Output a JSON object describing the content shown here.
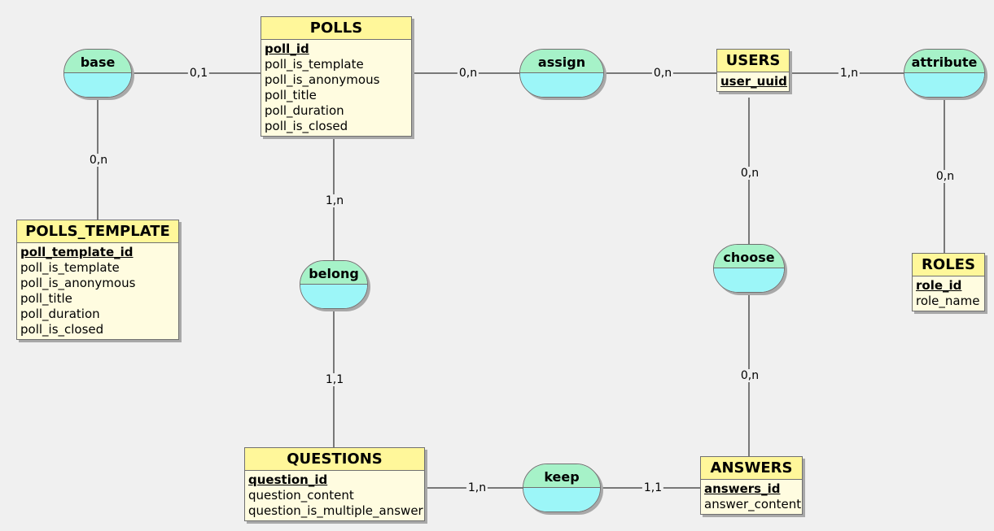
{
  "entities": {
    "polls": {
      "title": "POLLS",
      "attributes": [
        {
          "name": "poll_id",
          "key": true
        },
        {
          "name": "poll_is_template",
          "key": false
        },
        {
          "name": "poll_is_anonymous",
          "key": false
        },
        {
          "name": "poll_title",
          "key": false
        },
        {
          "name": "poll_duration",
          "key": false
        },
        {
          "name": "poll_is_closed",
          "key": false
        }
      ]
    },
    "users": {
      "title": "USERS",
      "attributes": [
        {
          "name": "user_uuid",
          "key": true
        }
      ]
    },
    "polls_template": {
      "title": "POLLS_TEMPLATE",
      "attributes": [
        {
          "name": "poll_template_id",
          "key": true
        },
        {
          "name": "poll_is_template",
          "key": false
        },
        {
          "name": "poll_is_anonymous",
          "key": false
        },
        {
          "name": "poll_title",
          "key": false
        },
        {
          "name": "poll_duration",
          "key": false
        },
        {
          "name": "poll_is_closed",
          "key": false
        }
      ]
    },
    "roles": {
      "title": "ROLES",
      "attributes": [
        {
          "name": "role_id",
          "key": true
        },
        {
          "name": "role_name",
          "key": false
        }
      ]
    },
    "questions": {
      "title": "QUESTIONS",
      "attributes": [
        {
          "name": "question_id",
          "key": true
        },
        {
          "name": "question_content",
          "key": false
        },
        {
          "name": "question_is_multiple_answer",
          "key": false
        }
      ]
    },
    "answers": {
      "title": "ANSWERS",
      "attributes": [
        {
          "name": "answers_id",
          "key": true
        },
        {
          "name": "answer_content",
          "key": false
        }
      ]
    }
  },
  "associations": {
    "base": {
      "label": "base"
    },
    "assign": {
      "label": "assign"
    },
    "attribute": {
      "label": "attribute"
    },
    "belong": {
      "label": "belong"
    },
    "choose": {
      "label": "choose"
    },
    "keep": {
      "label": "keep"
    }
  },
  "links": [
    {
      "from": "base",
      "to": "polls",
      "cardinality": "0,1"
    },
    {
      "from": "base",
      "to": "polls_template",
      "cardinality": "0,n"
    },
    {
      "from": "polls",
      "to": "assign",
      "cardinality": "0,n"
    },
    {
      "from": "assign",
      "to": "users",
      "cardinality": "0,n"
    },
    {
      "from": "users",
      "to": "attribute",
      "cardinality": "1,n"
    },
    {
      "from": "attribute",
      "to": "roles",
      "cardinality": "0,n"
    },
    {
      "from": "polls",
      "to": "belong",
      "cardinality": "1,n"
    },
    {
      "from": "belong",
      "to": "questions",
      "cardinality": "1,1"
    },
    {
      "from": "users",
      "to": "choose",
      "cardinality": "0,n"
    },
    {
      "from": "choose",
      "to": "answers",
      "cardinality": "0,n"
    },
    {
      "from": "questions",
      "to": "keep",
      "cardinality": "1,n"
    },
    {
      "from": "keep",
      "to": "answers",
      "cardinality": "1,1"
    }
  ],
  "colors": {
    "entity_header": "#fff79a",
    "entity_body": "#fffce0",
    "association_top": "#a6f2c8",
    "association_bottom": "#9cf6f8"
  }
}
